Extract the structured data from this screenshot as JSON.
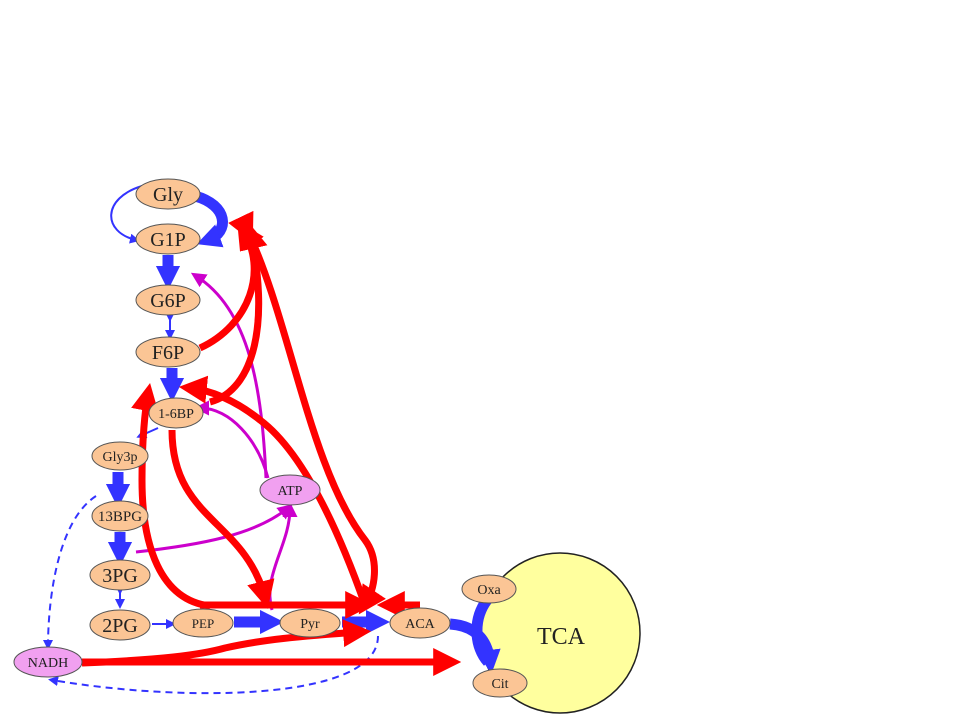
{
  "nodes": {
    "gly": "Gly",
    "g1p": "G1P",
    "g6p": "G6P",
    "f6p": "F6P",
    "f16bp": "1-6BP",
    "gly3p": "Gly3p",
    "bpg13": "13BPG",
    "pg3": "3PG",
    "pg2": "2PG",
    "pep": "PEP",
    "pyr": "Pyr",
    "aca": "ACA",
    "oxa": "Oxa",
    "cit": "Cit",
    "atp": "ATP",
    "nadh": "NADH",
    "tca": "TCA"
  },
  "colors": {
    "metabolite_fill": "#fbc595",
    "cofactor_fill": "#f1a0f0",
    "tca_fill": "#ffff9e",
    "flux_blue": "#3333ff",
    "flux_red": "#ff0000",
    "regulation_purple": "#cc00cc"
  }
}
